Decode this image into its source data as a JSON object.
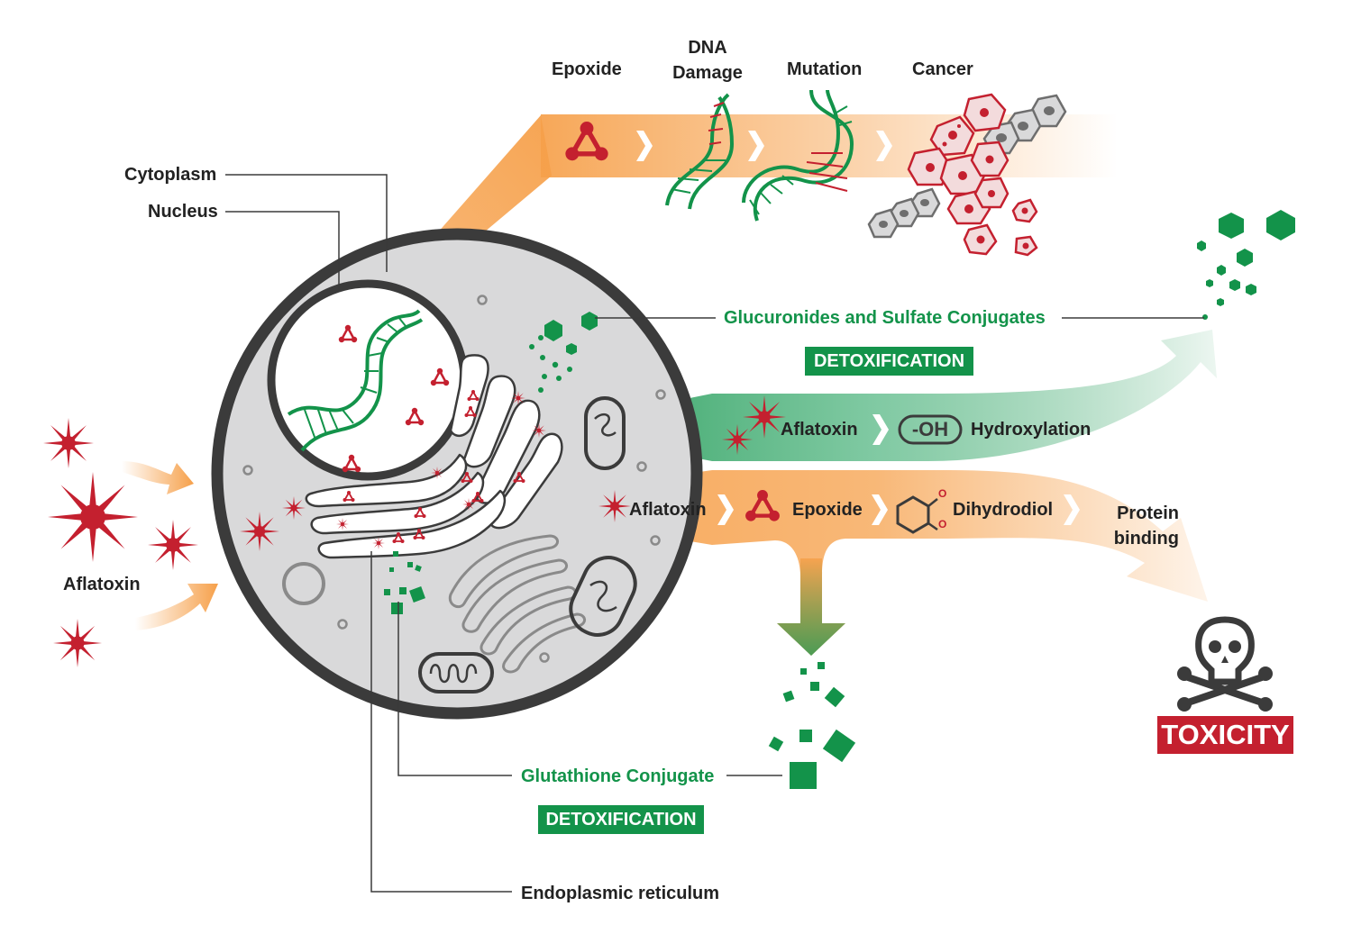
{
  "labels": {
    "epoxide": "Epoxide",
    "dna_damage": "DNA\nDamage",
    "mutation": "Mutation",
    "cancer": "Cancer",
    "cytoplasm": "Cytoplasm",
    "nucleus": "Nucleus",
    "aflatoxin_left": "Aflatoxin",
    "glucuronides": "Glucuronides and Sulfate Conjugates",
    "detox_top": "DETOXIFICATION",
    "aflatoxin_green": "Aflatoxin",
    "oh": "-OH",
    "hydroxylation": "Hydroxylation",
    "aflatoxin_orange": "Aflatoxin",
    "epoxide_2": "Epoxide",
    "o_mark": "O",
    "dihydrodiol": "Dihydrodiol",
    "protein_binding": "Protein\nbinding",
    "toxicity": "TOXICITY",
    "glutathione": "Glutathione Conjugate",
    "detox_bottom": "DETOXIFICATION",
    "endoplasmic_reticulum": "Endoplasmic reticulum"
  },
  "colors": {
    "aflatoxin_red": "#c4202f",
    "conjugate_green": "#13934a",
    "toxic_orange": "#f6a04a",
    "cell_grey": "#d9d9da",
    "membrane_dark": "#3b3b3b",
    "text_dark": "#222222"
  },
  "icons": {
    "aflatoxin": "starburst-icon",
    "epoxide": "triangle-molecule-icon",
    "dna": "double-helix-icon",
    "cancer": "cancer-cells-icon",
    "conjugate": "hexagon-icon",
    "glutathione": "square-icon",
    "hydroxyl": "oh-pill-icon",
    "dihydrodiol": "ring-molecule-icon",
    "toxicity": "skull-crossbones-icon"
  }
}
